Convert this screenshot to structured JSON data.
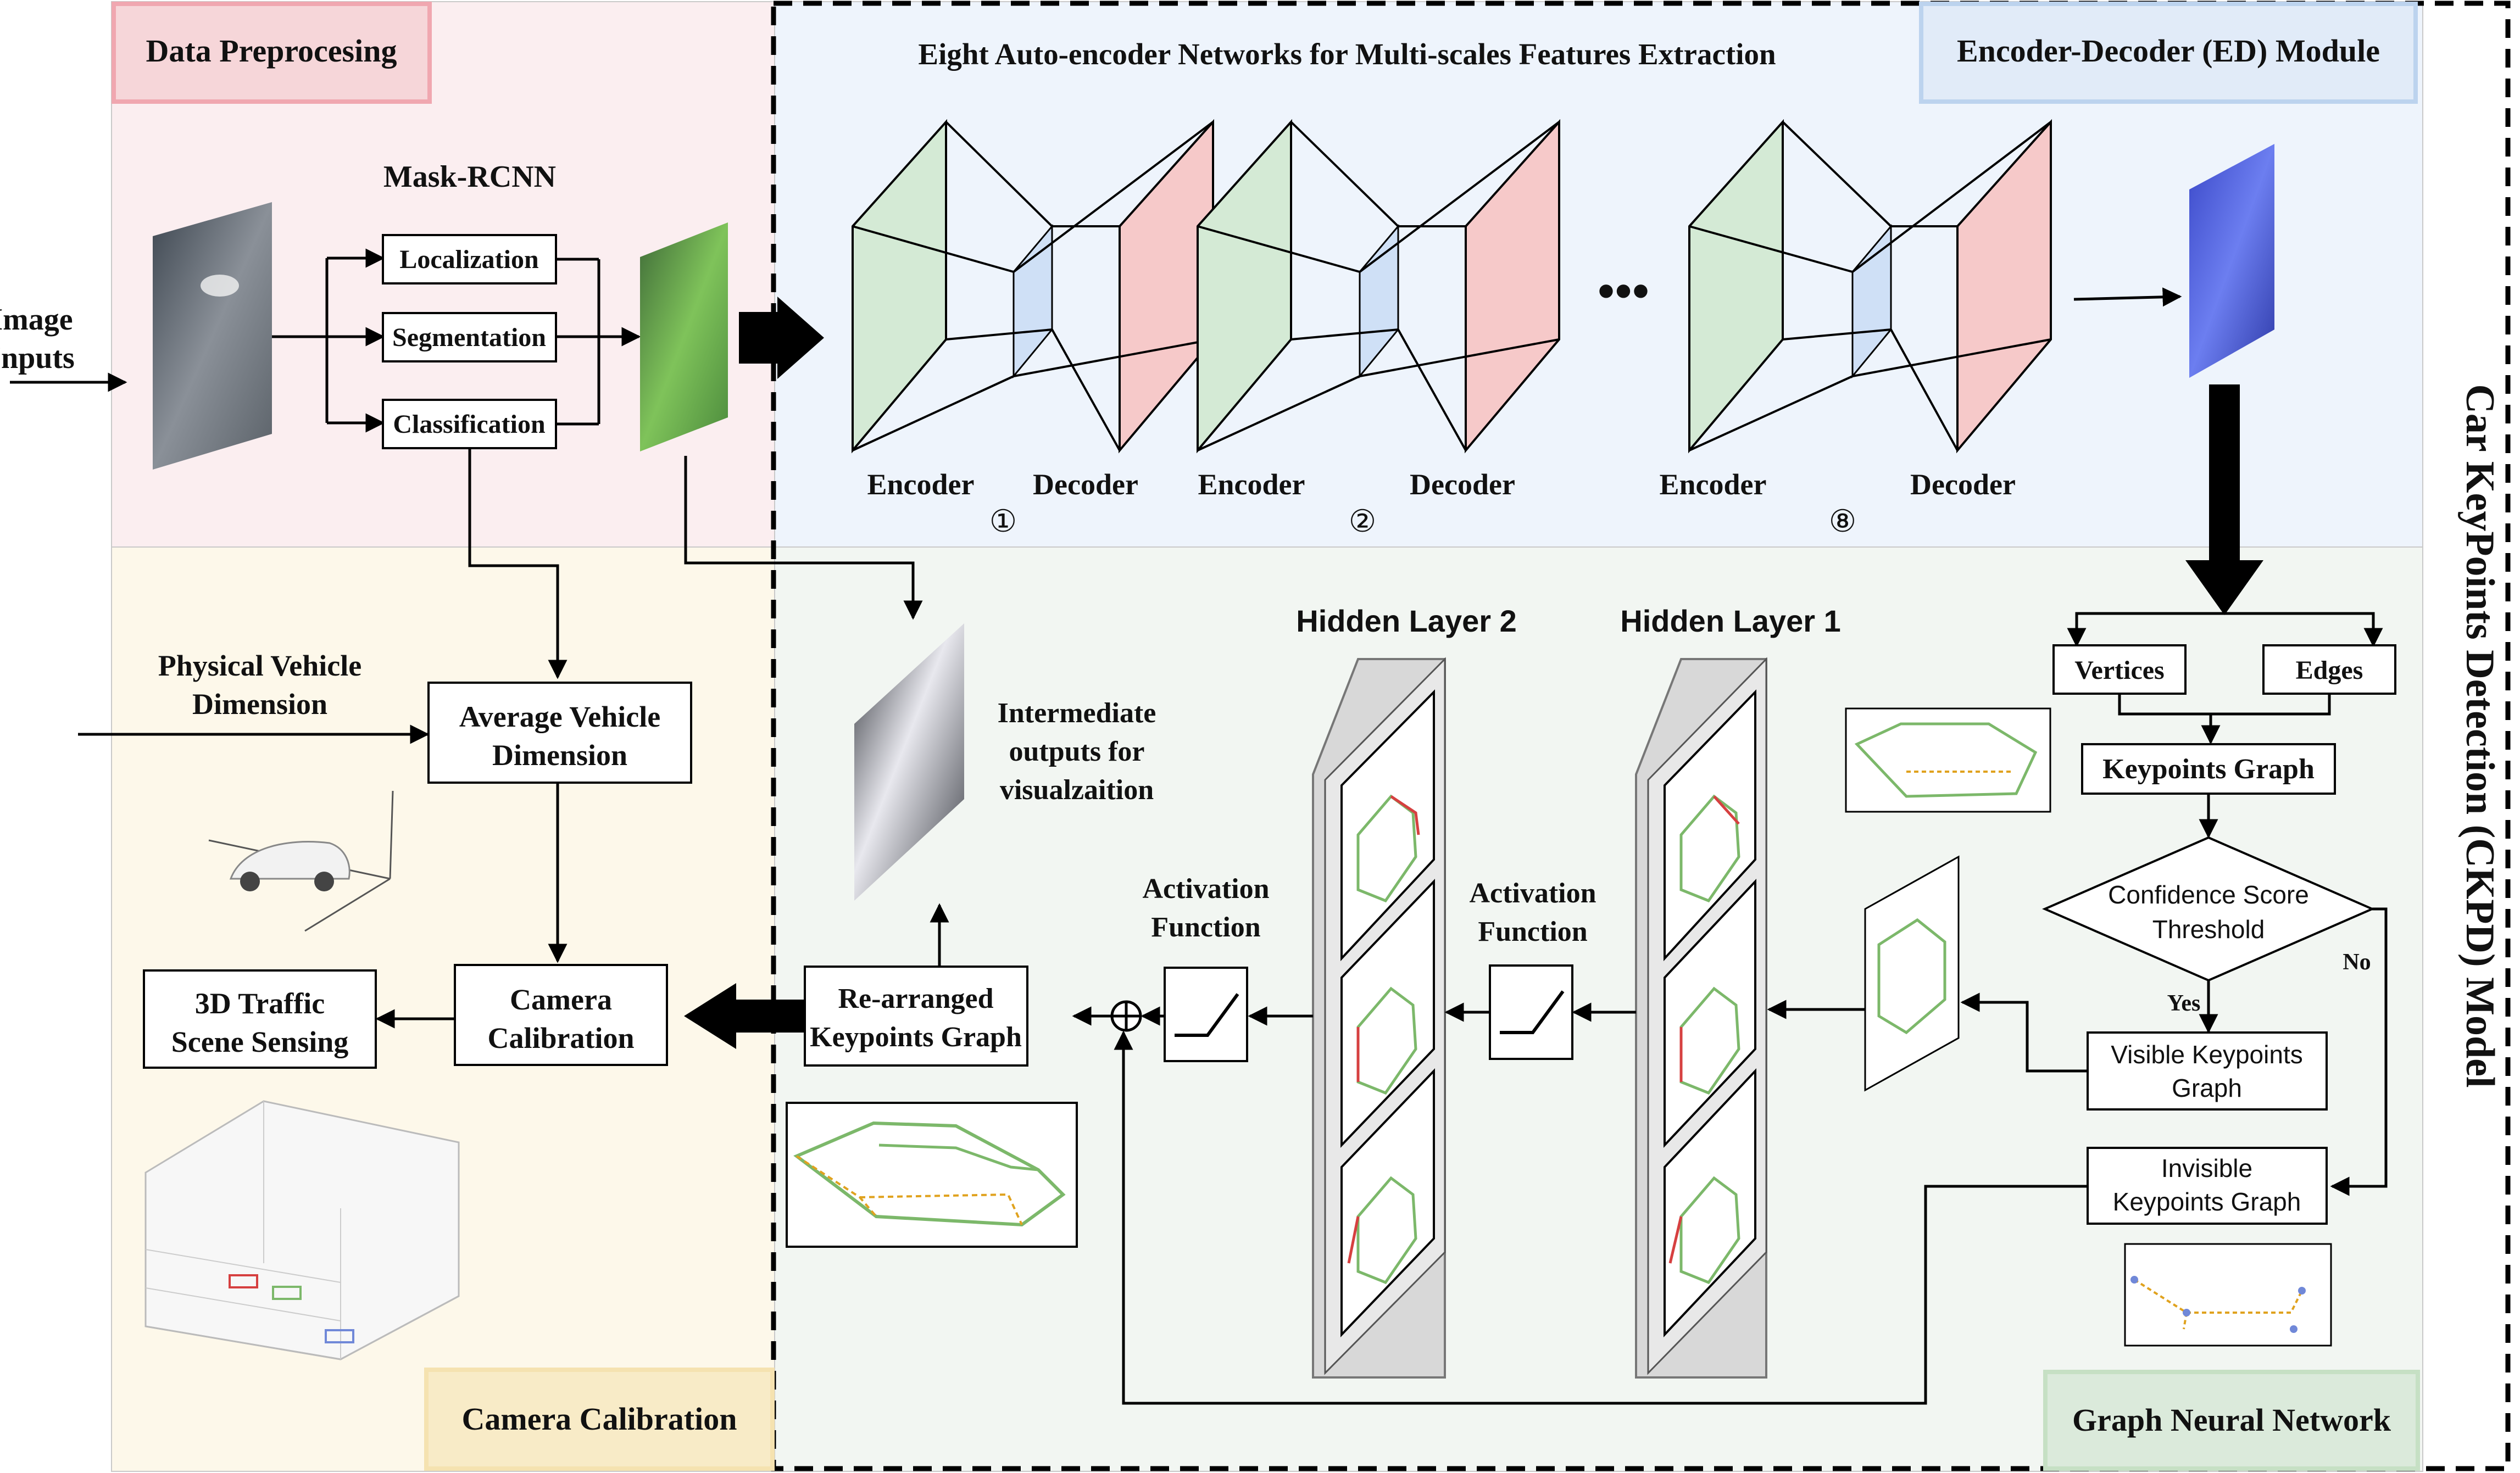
{
  "sections": {
    "data_preprocessing": "Data Preprocesing",
    "ed_module": "Encoder-Decoder (ED) Module",
    "ed_title": "Eight Auto-encoder Networks for Multi-scales Features Extraction",
    "camera_calibration": "Camera Calibration",
    "gnn": "Graph Neural Network",
    "model_title": "Car KeyPoints Detection (CKPD) Model"
  },
  "preprocessing": {
    "image_inputs_line1": "Image",
    "image_inputs_line2": "Inputs",
    "mask_rcnn": "Mask-RCNN",
    "localization": "Localization",
    "segmentation": "Segmentation",
    "classification": "Classification"
  },
  "autoencoders": {
    "encoder": "Encoder",
    "decoder": "Decoder",
    "ellipsis": "•••",
    "num1": "①",
    "num2": "②",
    "num8": "⑧"
  },
  "calibration": {
    "physical_line1": "Physical Vehicle",
    "physical_line2": "Dimension",
    "avg_line1": "Average Vehicle",
    "avg_line2": "Dimension",
    "cam_line1": "Camera",
    "cam_line2": "Calibration",
    "scene_line1": "3D Traffic",
    "scene_line2": "Scene Sensing"
  },
  "gnn_block": {
    "intermediate_line1": "Intermediate",
    "intermediate_line2": "outputs for",
    "intermediate_line3": "visualzaition",
    "hidden2": "Hidden Layer 2",
    "hidden1": "Hidden Layer 1",
    "act_line1": "Activation",
    "act_line2": "Function",
    "rearranged_line1": "Re-arranged",
    "rearranged_line2": "Keypoints Graph",
    "vertices": "Vertices",
    "edges": "Edges",
    "keypoints_graph": "Keypoints Graph",
    "confidence_line1": "Confidence Score",
    "confidence_line2": "Threshold",
    "yes": "Yes",
    "no": "No",
    "visible_line1": "Visible Keypoints",
    "visible_line2": "Graph",
    "invisible_line1": "Invisible",
    "invisible_line2": "Keypoints Graph"
  },
  "colors": {
    "preprocess_bg": "#fbeef0",
    "ed_bg": "#eef4fc",
    "calib_bg": "#fdf8ea",
    "gnn_bg": "#f2f6f2",
    "pink_label": "#f4b9c0",
    "blue_label": "#bcd3ee",
    "yellow_label": "#f5e2b0",
    "green_label": "#c6e0c4",
    "encoder_green": "#d4ead5",
    "decoder_red": "#f6c9c9",
    "latent_blue": "#cfe0f6",
    "graph_green": "#7cb86a",
    "graph_orange": "#e0a21e",
    "graph_red": "#d64040"
  }
}
